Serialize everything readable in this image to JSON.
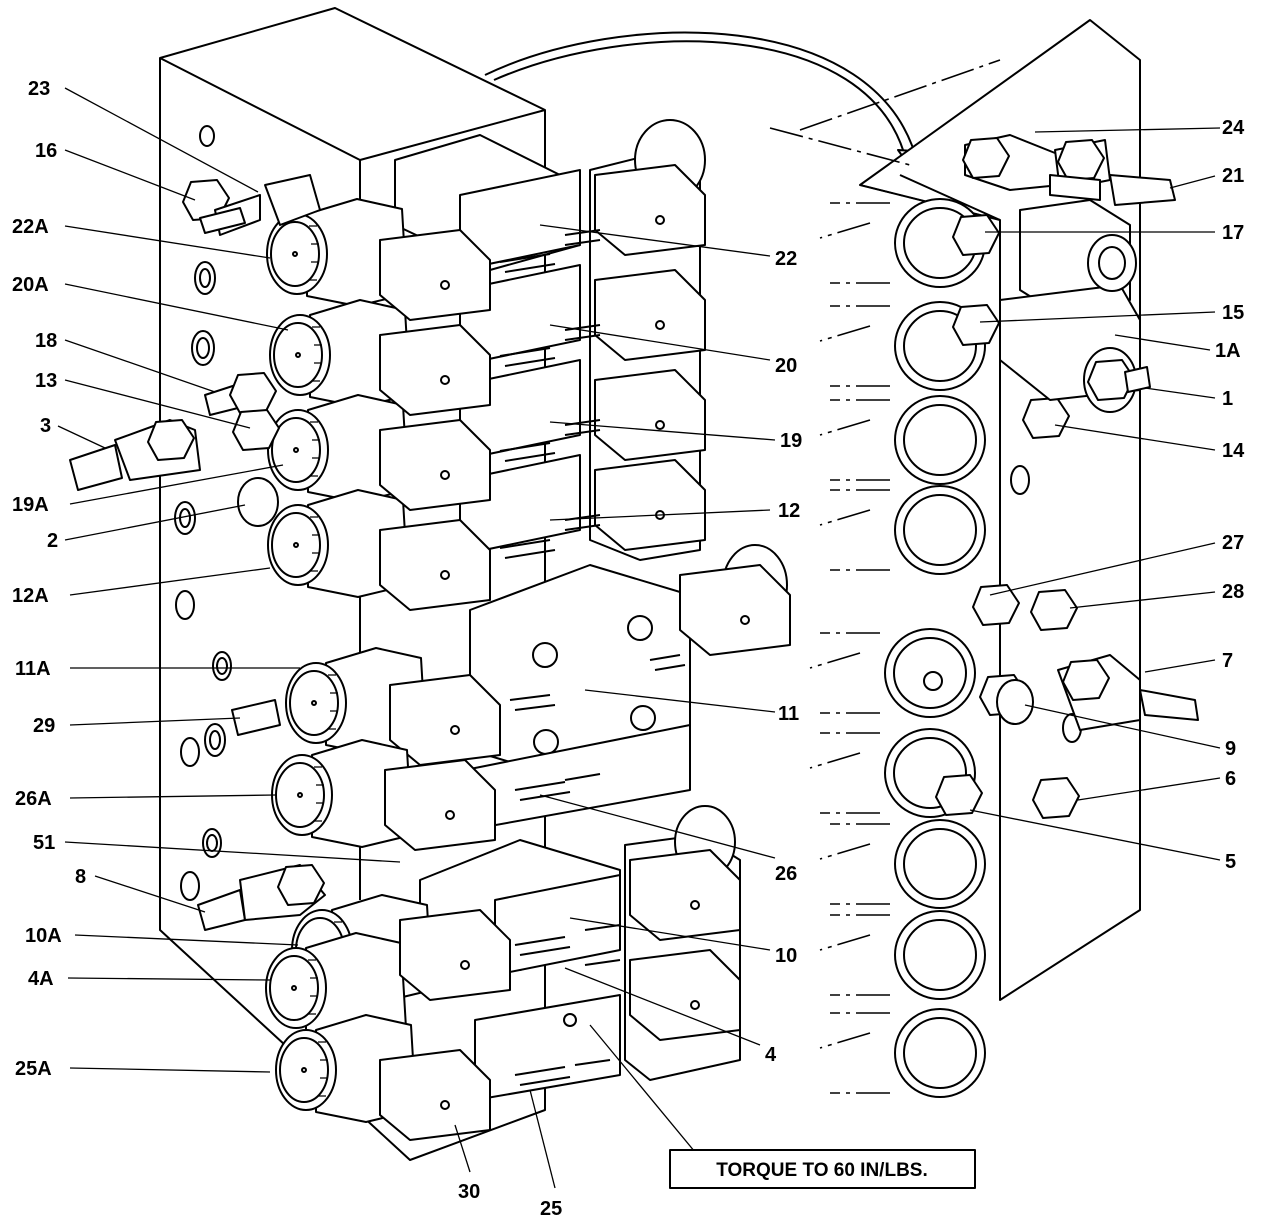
{
  "callouts": {
    "c23": "23",
    "c16": "16",
    "c22A": "22A",
    "c20A": "20A",
    "c18": "18",
    "c13": "13",
    "c3": "3",
    "c19A": "19A",
    "c2": "2",
    "c12A": "12A",
    "c11A": "11A",
    "c29": "29",
    "c26A": "26A",
    "c51": "51",
    "c8": "8",
    "c10A": "10A",
    "c4A": "4A",
    "c25A": "25A",
    "c30": "30",
    "c25": "25",
    "c22": "22",
    "c20": "20",
    "c19": "19",
    "c12": "12",
    "c11": "11",
    "c26": "26",
    "c10": "10",
    "c4": "4",
    "c24": "24",
    "c21": "21",
    "c17": "17",
    "c15": "15",
    "c1A": "1A",
    "c1": "1",
    "c14": "14",
    "c27": "27",
    "c28": "28",
    "c7": "7",
    "c9": "9",
    "c6": "6",
    "c5": "5"
  },
  "note": {
    "text": "TORQUE TO 60 IN/LBS."
  }
}
